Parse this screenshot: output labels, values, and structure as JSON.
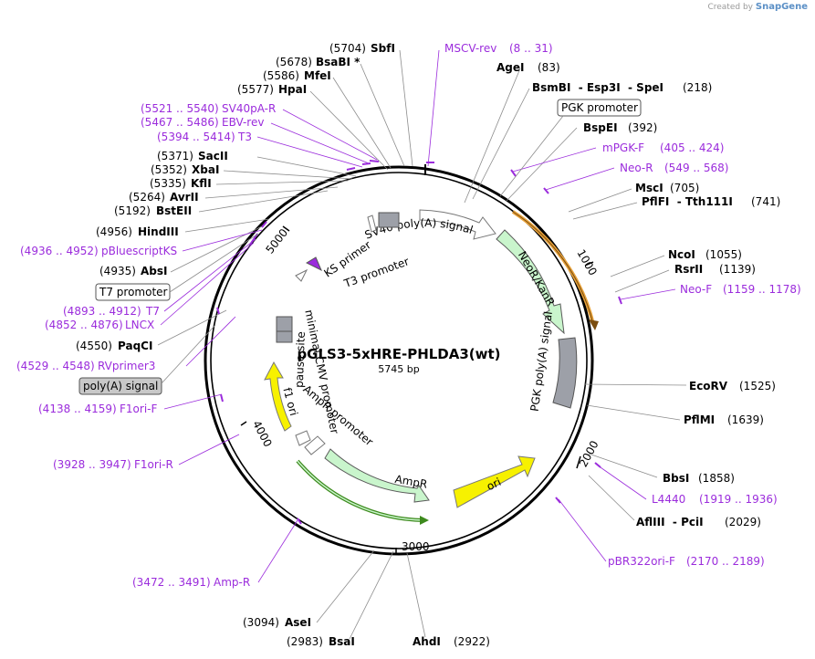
{
  "credit": {
    "prefix": "Created by",
    "brand": "SnapGene"
  },
  "title": "pGLS3-5xHRE-PHLDA3(wt)",
  "size": "5745 bp",
  "ticks": [
    "1000",
    "2000",
    "3000",
    "4000",
    "5000"
  ],
  "sites": [
    {
      "id": "sbfi",
      "pos": "(5704)",
      "name": "SbfI"
    },
    {
      "id": "bsabi",
      "pos": "(5678)",
      "name": "BsaBI *"
    },
    {
      "id": "mfei",
      "pos": "(5586)",
      "name": "MfeI"
    },
    {
      "id": "hpai",
      "pos": "(5577)",
      "name": "HpaI"
    },
    {
      "id": "saci",
      "pos": "(5371)",
      "name": "SacII"
    },
    {
      "id": "xbai",
      "pos": "(5352)",
      "name": "XbaI"
    },
    {
      "id": "kfli",
      "pos": "(5335)",
      "name": "KflI"
    },
    {
      "id": "avrii",
      "pos": "(5264)",
      "name": "AvrII"
    },
    {
      "id": "bsteii",
      "pos": "(5192)",
      "name": "BstEII"
    },
    {
      "id": "hindiii",
      "pos": "(4956)",
      "name": "HindIII"
    },
    {
      "id": "absi",
      "pos": "(4935)",
      "name": "AbsI"
    },
    {
      "id": "paqci",
      "pos": "(4550)",
      "name": "PaqCI"
    },
    {
      "id": "agei",
      "pos": "(83)",
      "name": "AgeI"
    },
    {
      "id": "bsmbi",
      "pos": "(218)",
      "name": "BsmBI  - Esp3I  - SpeI"
    },
    {
      "id": "bspei",
      "pos": "(392)",
      "name": "BspEI"
    },
    {
      "id": "msci",
      "pos": "(705)",
      "name": "MscI"
    },
    {
      "id": "pflfi",
      "pos": "(741)",
      "name": "PflFI  - Tth111I"
    },
    {
      "id": "ncoi",
      "pos": "(1055)",
      "name": "NcoI"
    },
    {
      "id": "rsrii",
      "pos": "(1139)",
      "name": "RsrII"
    },
    {
      "id": "ecorv",
      "pos": "(1525)",
      "name": "EcoRV"
    },
    {
      "id": "pflmi",
      "pos": "(1639)",
      "name": "PflMI"
    },
    {
      "id": "bbsi",
      "pos": "(1858)",
      "name": "BbsI"
    },
    {
      "id": "afliii",
      "pos": "(2029)",
      "name": "AflIII  - PciI"
    },
    {
      "id": "ahdi",
      "pos": "(2922)",
      "name": "AhdI"
    },
    {
      "id": "bsai",
      "pos": "(2983)",
      "name": "BsaI"
    },
    {
      "id": "asei",
      "pos": "(3094)",
      "name": "AseI"
    }
  ],
  "primers": [
    {
      "id": "msv",
      "name": "MSCV-rev",
      "range": "(8 .. 31)"
    },
    {
      "id": "sv40pa",
      "name": "SV40pA-R",
      "range": "(5521 .. 5540)"
    },
    {
      "id": "ebv",
      "name": "EBV-rev",
      "range": "(5467 .. 5486)"
    },
    {
      "id": "t3",
      "name": "T3",
      "range": "(5394 .. 5414)"
    },
    {
      "id": "pbs",
      "name": "pBluescriptKS",
      "range": "(4936 .. 4952)"
    },
    {
      "id": "t7",
      "name": "T7",
      "range": "(4893 .. 4912)"
    },
    {
      "id": "lncx",
      "name": "LNCX",
      "range": "(4852 .. 4876)"
    },
    {
      "id": "rvp3",
      "name": "RVprimer3",
      "range": "(4529 .. 4548)"
    },
    {
      "id": "f1f",
      "name": "F1ori-F",
      "range": "(4138 .. 4159)"
    },
    {
      "id": "f1r",
      "name": "F1ori-R",
      "range": "(3928 .. 3947)"
    },
    {
      "id": "ampr_p",
      "name": "Amp-R",
      "range": "(3472 .. 3491)"
    },
    {
      "id": "mpgk",
      "name": "mPGK-F",
      "range": "(405 .. 424)"
    },
    {
      "id": "neor_p",
      "name": "Neo-R",
      "range": "(549 .. 568)"
    },
    {
      "id": "neof",
      "name": "Neo-F",
      "range": "(1159 .. 1178)"
    },
    {
      "id": "l4440",
      "name": "L4440",
      "range": "(1919 .. 1936)"
    },
    {
      "id": "pbr",
      "name": "pBR322ori-F",
      "range": "(2170 .. 2189)"
    }
  ],
  "boxed": {
    "pgk_promoter": "PGK promoter",
    "t7_promoter": "T7 promoter",
    "polya_signal": "poly(A) signal"
  },
  "features": {
    "sv40": "SV40 poly(A) signal",
    "neo": "NeoR/KanR",
    "pgkpa": "PGK poly(A) signal",
    "ori": "ori",
    "ampr": "AmpR",
    "amppromoter": "AmpR promoter",
    "f1": "f1 ori",
    "pause": "pause site",
    "cmv": "minimal CMV promoter",
    "ks": "KS primer",
    "t3prom": "T3 promoter"
  },
  "colors": {
    "primer": "#9b2cdc",
    "neo_fill": "#c9f5cc",
    "ampr_fill": "#c9f5cc",
    "ori_fill": "#f7f100",
    "pgkpa_fill": "#9da0a8",
    "orange_orf": "#e8a23a",
    "green_orf": "#3d8a1d"
  }
}
